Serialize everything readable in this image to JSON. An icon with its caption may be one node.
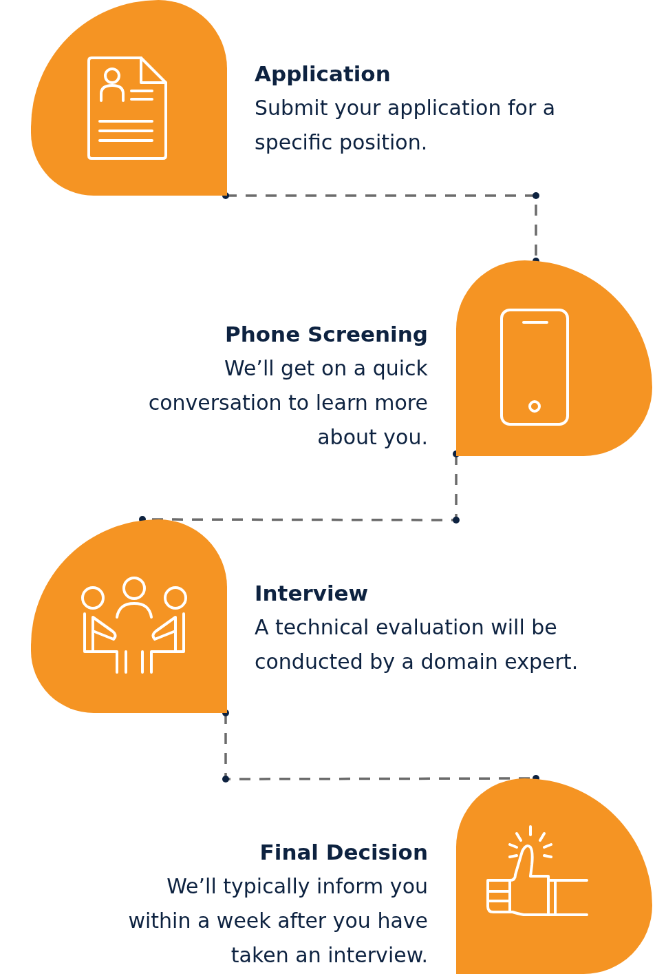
{
  "diagram": {
    "nodes": [
      {
        "text": [
          "Application",
          "Submit your application for a specific position."
        ]
      },
      {
        "text": [
          "Phone Screening",
          "We’ll get on a quick conversation to learn more about you."
        ]
      },
      {
        "text": [
          "Interview",
          "A technical evaluation will be conducted by a domain expert."
        ]
      },
      {
        "text": [
          "Final Decision",
          "We’ll typically inform you within a week after you have taken an interview."
        ]
      }
    ],
    "edges": [
      {
        "from": 0,
        "to": 1,
        "arrow": "other",
        "style": "dashed"
      },
      {
        "from": 1,
        "to": 2,
        "arrow": "other",
        "style": "dashed"
      },
      {
        "from": 2,
        "to": 3,
        "arrow": "other",
        "style": "dashed"
      }
    ]
  }
}
